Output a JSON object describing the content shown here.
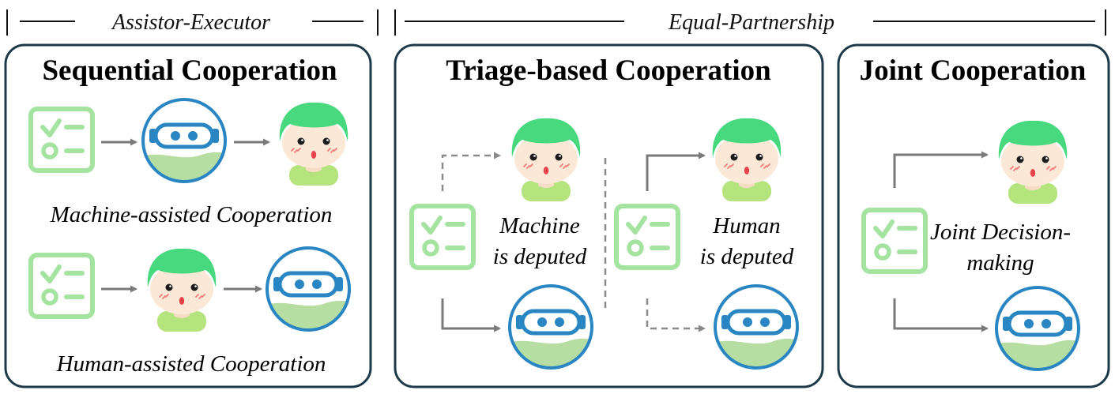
{
  "categories": {
    "left": "Assistor-Executor",
    "right": "Equal-Partnership"
  },
  "panels": {
    "sequential": {
      "title": "Sequential Cooperation",
      "caption_top": "Machine-assisted Cooperation",
      "caption_bottom": "Human-assisted Cooperation"
    },
    "triage": {
      "title": "Triage-based Cooperation",
      "machine_line1": "Machine",
      "machine_line2": "is deputed",
      "human_line1": "Human",
      "human_line2": "is deputed"
    },
    "joint": {
      "title": "Joint Cooperation",
      "line1": "Joint Decision-",
      "line2": "making"
    }
  },
  "icons": {
    "task": "task-checklist-icon",
    "machine": "robot-icon",
    "human": "human-face-icon"
  },
  "colors": {
    "panel_border": "#1e3a4a",
    "task_green": "#a4e3a0",
    "robot_blue": "#2a86c2",
    "hair_green": "#48d87e",
    "arrow_gray": "#7a7a7a"
  }
}
